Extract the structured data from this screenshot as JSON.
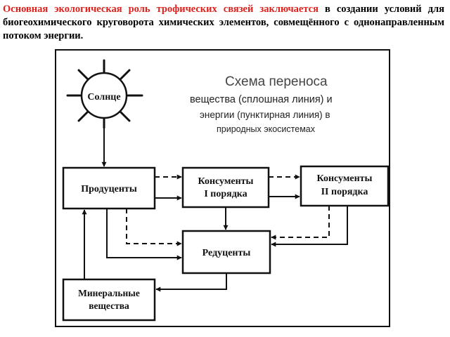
{
  "intro": {
    "highlight": "Основная экологическая роль трофических связей заключается",
    "rest": " в создании условий для биогеохимического круговорота химических элементов, совмещённого с однонаправленным потоком энергии."
  },
  "diagram": {
    "title": "Схема переноса",
    "subtitle_lines": [
      "вещества (сплошная линия) и",
      "энергии (пунктирная линия) в",
      "природных экосистемах"
    ],
    "nodes": {
      "sun": "Солнце",
      "producers": "Продуценты",
      "consumers1": [
        "Консументы",
        "I порядка"
      ],
      "consumers2": [
        "Консументы",
        "II порядка"
      ],
      "reducers": "Редуценты",
      "minerals": [
        "Минеральные",
        "вещества"
      ]
    }
  },
  "colors": {
    "highlight": "#e0201a",
    "ink": "#111111"
  }
}
